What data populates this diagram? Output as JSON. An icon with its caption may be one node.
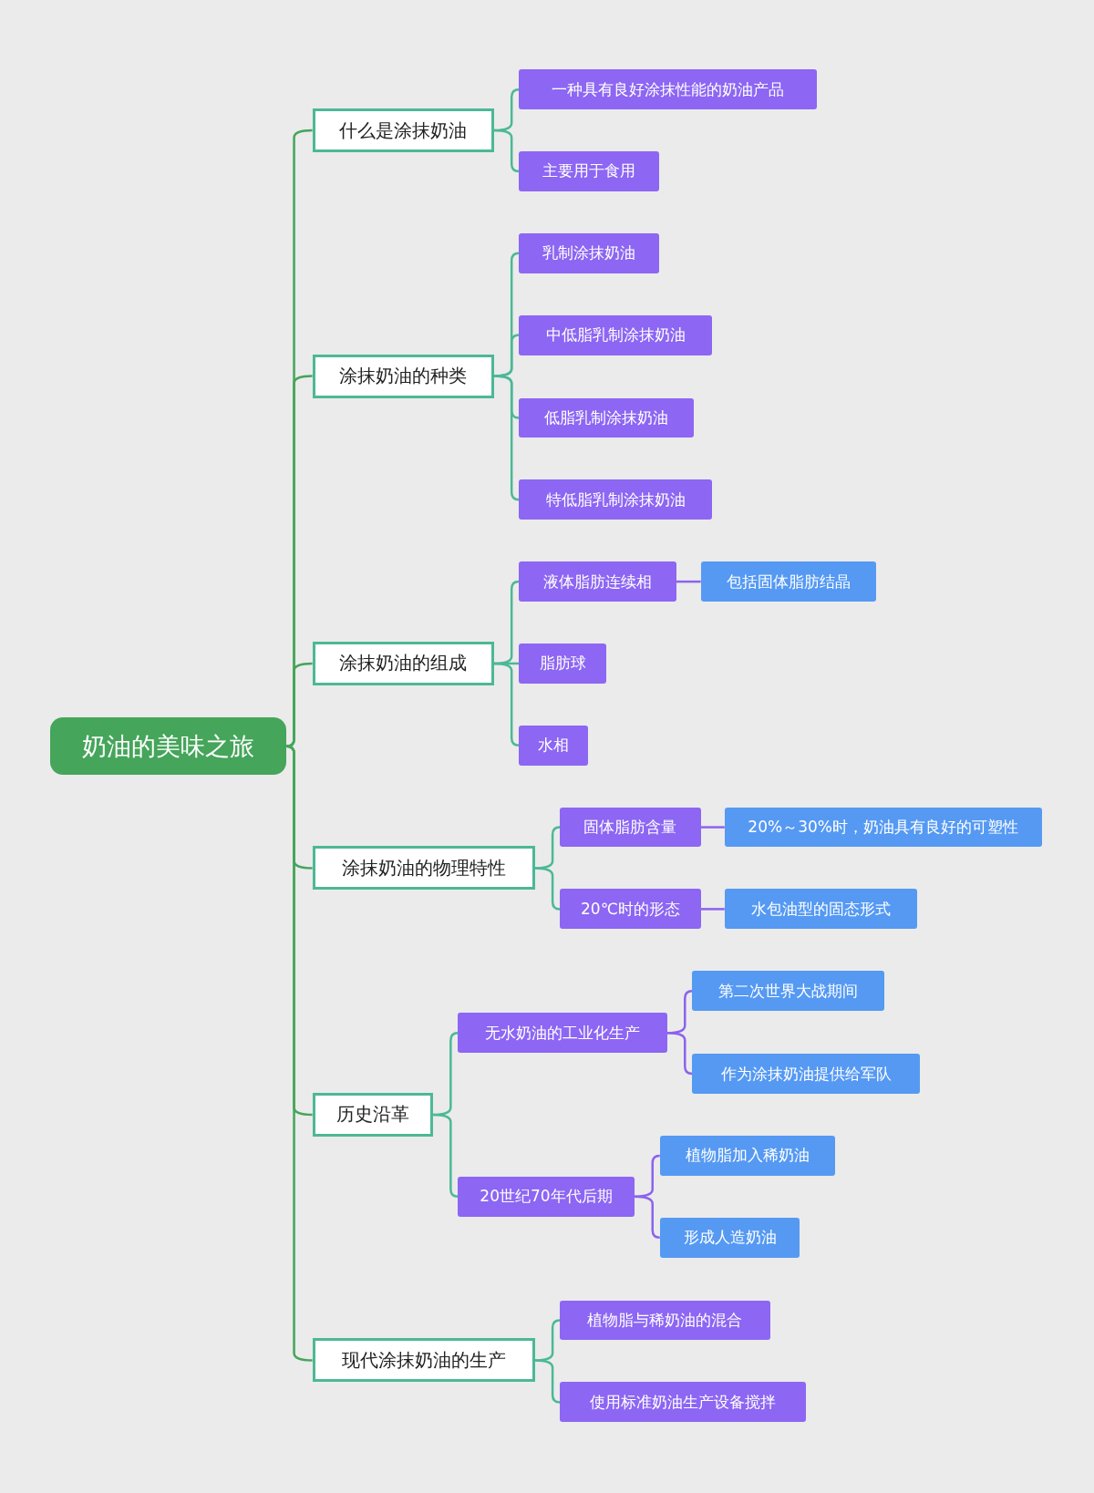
{
  "diagram": {
    "nodes": [
      {
        "text": [
          "奶油的美味之旅"
        ]
      },
      {
        "text": [
          "什么是涂抹奶油"
        ]
      },
      {
        "text": [
          "一种具有良好涂抹性能的奶油产品"
        ]
      },
      {
        "text": [
          "主要用于食用"
        ]
      },
      {
        "text": [
          "涂抹奶油的种类"
        ]
      },
      {
        "text": [
          "乳制涂抹奶油"
        ]
      },
      {
        "text": [
          "中低脂乳制涂抹奶油"
        ]
      },
      {
        "text": [
          "低脂乳制涂抹奶油"
        ]
      },
      {
        "text": [
          "特低脂乳制涂抹奶油"
        ]
      },
      {
        "text": [
          "涂抹奶油的组成"
        ]
      },
      {
        "text": [
          "液体脂肪连续相"
        ]
      },
      {
        "text": [
          "包括固体脂肪结晶"
        ]
      },
      {
        "text": [
          "脂肪球"
        ]
      },
      {
        "text": [
          "水相"
        ]
      },
      {
        "text": [
          "涂抹奶油的物理特性"
        ]
      },
      {
        "text": [
          "固体脂肪含量"
        ]
      },
      {
        "text": [
          "20%～30%时，奶油具有良好的可塑性"
        ]
      },
      {
        "text": [
          "20℃时的形态"
        ]
      },
      {
        "text": [
          "水包油型的固态形式"
        ]
      },
      {
        "text": [
          "历史沿革"
        ]
      },
      {
        "text": [
          "无水奶油的工业化生产"
        ]
      },
      {
        "text": [
          "第二次世界大战期间"
        ]
      },
      {
        "text": [
          "作为涂抹奶油提供给军队"
        ]
      },
      {
        "text": [
          "20世纪70年代后期"
        ]
      },
      {
        "text": [
          "植物脂加入稀奶油"
        ]
      },
      {
        "text": [
          "形成人造奶油"
        ]
      },
      {
        "text": [
          "现代涂抹奶油的生产"
        ]
      },
      {
        "text": [
          "植物脂与稀奶油的混合"
        ]
      },
      {
        "text": [
          "使用标准奶油生产设备搅拌"
        ]
      }
    ],
    "edges": [
      {
        "from": 0,
        "to": 1,
        "arrow": "none",
        "color": "#45a55a"
      },
      {
        "from": 0,
        "to": 4,
        "arrow": "none",
        "color": "#45a55a"
      },
      {
        "from": 0,
        "to": 9,
        "arrow": "none",
        "color": "#45a55a"
      },
      {
        "from": 0,
        "to": 14,
        "arrow": "none",
        "color": "#45a55a"
      },
      {
        "from": 0,
        "to": 19,
        "arrow": "none",
        "color": "#45a55a"
      },
      {
        "from": 0,
        "to": 26,
        "arrow": "none",
        "color": "#45a55a"
      },
      {
        "from": 1,
        "to": 2,
        "arrow": "none"
      },
      {
        "from": 1,
        "to": 3,
        "arrow": "none"
      },
      {
        "from": 4,
        "to": 5,
        "arrow": "none"
      },
      {
        "from": 4,
        "to": 6,
        "arrow": "none"
      },
      {
        "from": 4,
        "to": 7,
        "arrow": "none"
      },
      {
        "from": 4,
        "to": 8,
        "arrow": "none"
      },
      {
        "from": 9,
        "to": 10,
        "arrow": "none"
      },
      {
        "from": 10,
        "to": 11,
        "arrow": "none",
        "color": "#8d62ef"
      },
      {
        "from": 9,
        "to": 12,
        "arrow": "none"
      },
      {
        "from": 9,
        "to": 13,
        "arrow": "none"
      },
      {
        "from": 14,
        "to": 15,
        "arrow": "none"
      },
      {
        "from": 15,
        "to": 16,
        "arrow": "none",
        "color": "#8d62ef"
      },
      {
        "from": 14,
        "to": 17,
        "arrow": "none"
      },
      {
        "from": 17,
        "to": 18,
        "arrow": "none",
        "color": "#8d62ef"
      },
      {
        "from": 19,
        "to": 20,
        "arrow": "none"
      },
      {
        "from": 20,
        "to": 21,
        "arrow": "none",
        "color": "#8d62ef"
      },
      {
        "from": 20,
        "to": 22,
        "arrow": "none",
        "color": "#8d62ef"
      },
      {
        "from": 19,
        "to": 23,
        "arrow": "none"
      },
      {
        "from": 23,
        "to": 24,
        "arrow": "none",
        "color": "#8d62ef"
      },
      {
        "from": 23,
        "to": 25,
        "arrow": "none",
        "color": "#8d62ef"
      },
      {
        "from": 26,
        "to": 27,
        "arrow": "none"
      },
      {
        "from": 26,
        "to": 28,
        "arrow": "none"
      }
    ]
  }
}
